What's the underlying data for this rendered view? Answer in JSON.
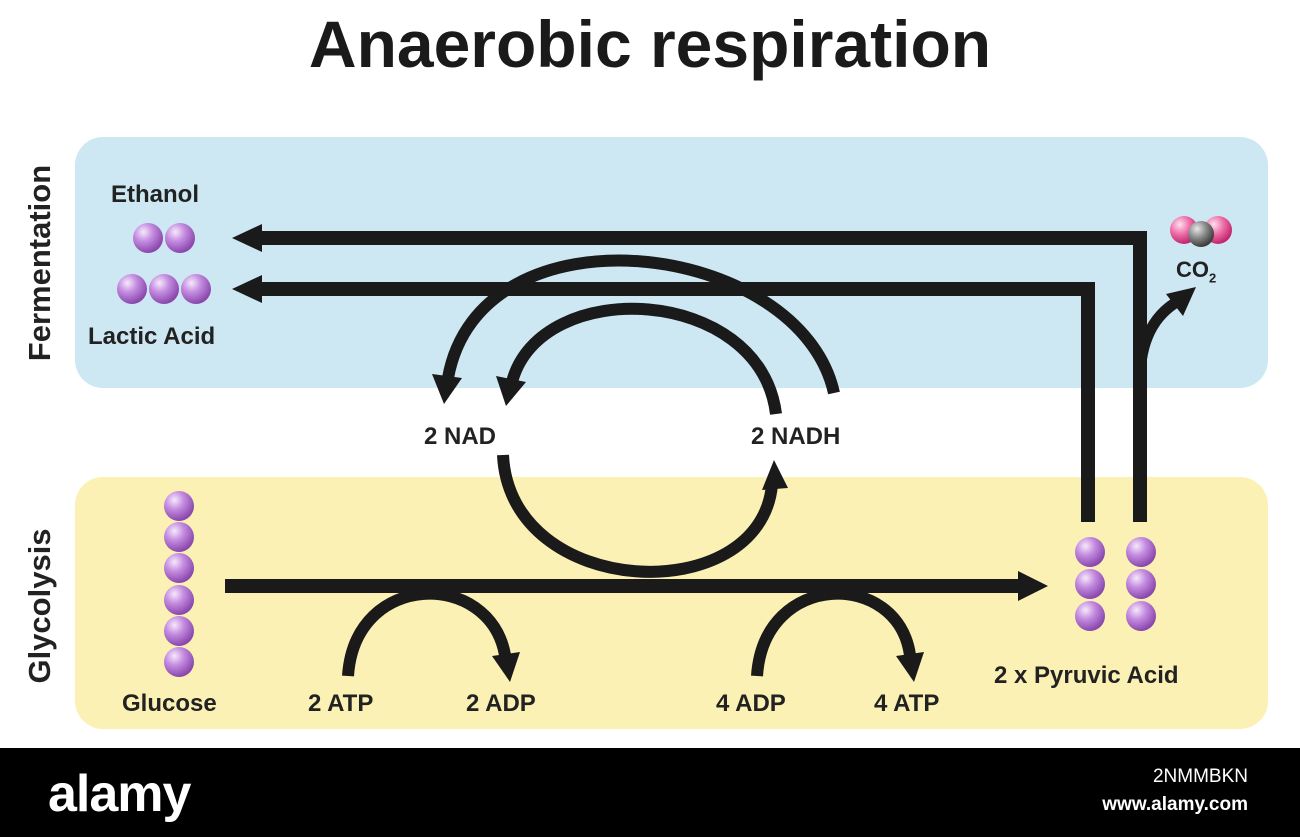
{
  "title": "Anaerobic respiration",
  "sections": {
    "fermentation": "Fermentation",
    "glycolysis": "Glycolysis"
  },
  "labels": {
    "ethanol": "Ethanol",
    "lactic_acid": "Lactic Acid",
    "co2_main": "CO",
    "co2_sub": "2",
    "nad": "2 NAD",
    "nadh": "2 NADH",
    "glucose": "Glucose",
    "atp_in": "2 ATP",
    "adp_out": "2 ADP",
    "adp_in": "4 ADP",
    "atp_out": "4 ATP",
    "pyruvic": "2 x Pyruvic Acid"
  },
  "colors": {
    "fermentation_bg": "#cde8f3",
    "glycolysis_bg": "#fbf1b5",
    "molecule": "#a262c4",
    "arrow": "#1a1a1a",
    "oxygen": "#e0498c",
    "carbon": "#6a6a6a"
  },
  "watermark": {
    "brand": "alamy",
    "image_id": "2NMMBKN",
    "site": "www.alamy.com"
  }
}
